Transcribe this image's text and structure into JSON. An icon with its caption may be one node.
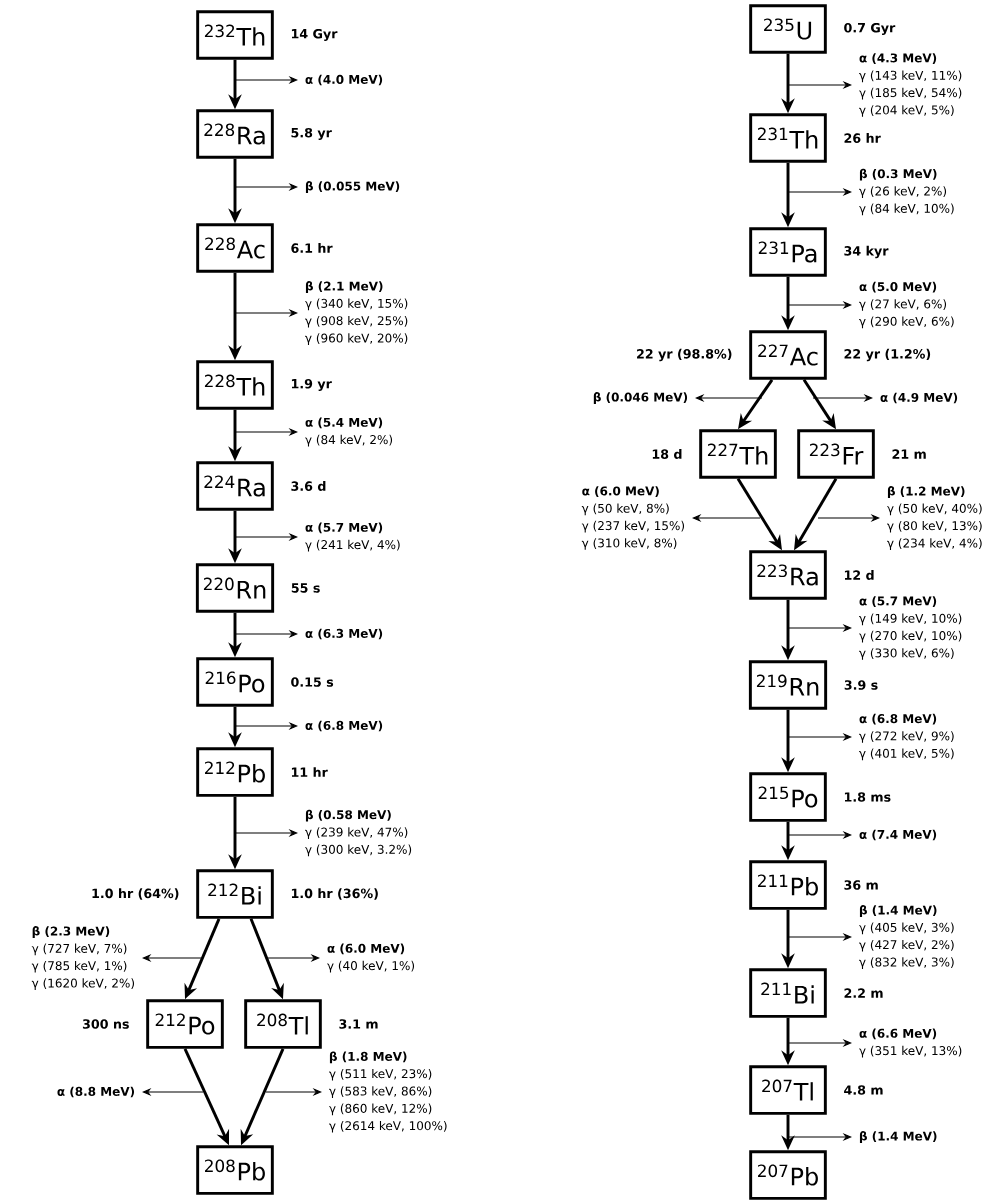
{
  "diagram": {
    "nodes": [
      {
        "text": [
          "$^{232}$Th"
        ],
        "beside": [
          "14 Gyr"
        ]
      },
      {
        "text": [
          "α (4.0 MeV)"
        ]
      },
      {
        "text": [
          "$^{228}$Ra"
        ],
        "beside": [
          "5.8 yr"
        ]
      },
      {
        "text": [
          "β (0.055 MeV)"
        ]
      },
      {
        "text": [
          "$^{228}$Ac"
        ],
        "beside": [
          "6.1 hr"
        ]
      },
      {
        "text": [
          "β (2.1 MeV)",
          "γ (340 keV, 15%)",
          "γ (908 keV, 25%)",
          "γ (960 keV, 20%)"
        ]
      },
      {
        "text": [
          "$^{228}$Th"
        ],
        "beside": [
          "1.9 yr"
        ]
      },
      {
        "text": [
          "α (5.4 MeV)",
          "γ (84 keV, 2%)"
        ]
      },
      {
        "text": [
          "$^{224}$Ra"
        ],
        "beside": [
          "3.6 d"
        ]
      },
      {
        "text": [
          "α (5.7 MeV)",
          "γ (241 keV, 4%)"
        ]
      },
      {
        "text": [
          "$^{220}$Rn"
        ],
        "beside": [
          "55 s"
        ]
      },
      {
        "text": [
          "α (6.3 MeV)"
        ]
      },
      {
        "text": [
          "$^{216}$Po"
        ],
        "beside": [
          "0.15 s"
        ]
      },
      {
        "text": [
          "α (6.8 MeV)"
        ]
      },
      {
        "text": [
          "$^{212}$Pb"
        ],
        "beside": [
          "11 hr"
        ]
      },
      {
        "text": [
          "β (0.58 MeV)",
          "γ (239 keV, 47%)",
          "γ (300 keV, 3.2%)"
        ]
      },
      {
        "text": [
          "$^{212}$Bi"
        ],
        "beside": [
          "1.0 hr (64%)",
          "1.0 hr (36%)"
        ]
      },
      {
        "text": [
          "β (2.3 MeV)",
          "γ (727 keV, 7%)",
          "γ (785 keV, 1%)",
          "γ (1620 keV, 2%)"
        ]
      },
      {
        "text": [
          "α (6.0 MeV)",
          "γ (40 keV, 1%)"
        ]
      },
      {
        "text": [
          "$^{212}$Po"
        ],
        "beside": [
          "300 ns"
        ]
      },
      {
        "text": [
          "$^{208}$Tl"
        ],
        "beside": [
          "3.1 m"
        ]
      },
      {
        "text": [
          "α (8.8 MeV)"
        ]
      },
      {
        "text": [
          "β (1.8 MeV)",
          "γ (511 keV, 23%)",
          "γ (583 keV, 86%)",
          "γ (860 keV, 12%)",
          "γ (2614 keV, 100%)"
        ]
      },
      {
        "text": [
          "$^{208}$Pb"
        ]
      },
      {
        "text": [
          "$^{235}$U"
        ],
        "beside": [
          "0.7 Gyr"
        ]
      },
      {
        "text": [
          "α (4.3 MeV)",
          "γ (143 keV, 11%)",
          "γ (185 keV, 54%)",
          "γ (204 keV, 5%)"
        ]
      },
      {
        "text": [
          "$^{231}$Th"
        ],
        "beside": [
          "26 hr"
        ]
      },
      {
        "text": [
          "β (0.3 MeV)",
          "γ (26 keV, 2%)",
          "γ (84 keV, 10%)"
        ]
      },
      {
        "text": [
          "$^{231}$Pa"
        ],
        "beside": [
          "34 kyr"
        ]
      },
      {
        "text": [
          "α (5.0 MeV)",
          "γ (27 keV, 6%)",
          "γ (290 keV, 6%)"
        ]
      },
      {
        "text": [
          "$^{227}$Ac"
        ],
        "beside": [
          "22 yr (98.8%)",
          "22 yr (1.2%)"
        ]
      },
      {
        "text": [
          "β (0.046 MeV)"
        ]
      },
      {
        "text": [
          "α (4.9 MeV)"
        ]
      },
      {
        "text": [
          "$^{227}$Th"
        ],
        "beside": [
          "18 d"
        ]
      },
      {
        "text": [
          "$^{223}$Fr"
        ],
        "beside": [
          "21 m"
        ]
      },
      {
        "text": [
          "α (6.0 MeV)",
          "γ (50 keV, 8%)",
          "γ (237 keV, 15%)",
          "γ (310 keV, 8%)"
        ]
      },
      {
        "text": [
          "β (1.2 MeV)",
          "γ (50 keV, 40%)",
          "γ (80 keV, 13%)",
          "γ (234 keV, 4%)"
        ]
      },
      {
        "text": [
          "$^{223}$Ra"
        ],
        "beside": [
          "12 d"
        ]
      },
      {
        "text": [
          "α (5.7 MeV)",
          "γ (149 keV, 10%)",
          "γ (270 keV, 10%)",
          "γ (330 keV, 6%)"
        ]
      },
      {
        "text": [
          "$^{219}$Rn"
        ],
        "beside": [
          "3.9 s"
        ]
      },
      {
        "text": [
          "α (6.8 MeV)",
          "γ (272 keV, 9%)",
          "γ (401 keV, 5%)"
        ]
      },
      {
        "text": [
          "$^{215}$Po"
        ],
        "beside": [
          "1.8 ms"
        ]
      },
      {
        "text": [
          "α (7.4 MeV)"
        ]
      },
      {
        "text": [
          "$^{211}$Pb"
        ],
        "beside": [
          "36 m"
        ]
      },
      {
        "text": [
          "β (1.4 MeV)",
          "γ (405 keV, 3%)",
          "γ (427 keV, 2%)",
          "γ (832 keV, 3%)"
        ]
      },
      {
        "text": [
          "$^{211}$Bi"
        ],
        "beside": [
          "2.2 m"
        ]
      },
      {
        "text": [
          "α (6.6 MeV)",
          "γ (351 keV, 13%)"
        ]
      },
      {
        "text": [
          "$^{207}$Tl"
        ],
        "beside": [
          "4.8 m"
        ]
      },
      {
        "text": [
          "β (1.4 MeV)"
        ]
      },
      {
        "text": [
          "$^{207}$Pb"
        ]
      }
    ],
    "edges": [
      {
        "from": 0,
        "to": 2,
        "arrow": "to",
        "style": "thick"
      },
      {
        "from": null,
        "to": 1,
        "arrow": "to"
      },
      {
        "from": 2,
        "to": 4,
        "arrow": "to",
        "style": "thick"
      },
      {
        "from": null,
        "to": 3,
        "arrow": "to"
      },
      {
        "from": 4,
        "to": 6,
        "arrow": "to",
        "style": "thick"
      },
      {
        "from": null,
        "to": 5,
        "arrow": "to"
      },
      {
        "from": 6,
        "to": 8,
        "arrow": "to",
        "style": "thick"
      },
      {
        "from": null,
        "to": 7,
        "arrow": "to"
      },
      {
        "from": 8,
        "to": 10,
        "arrow": "to",
        "style": "thick"
      },
      {
        "from": null,
        "to": 9,
        "arrow": "to"
      },
      {
        "from": 10,
        "to": 12,
        "arrow": "to",
        "style": "thick"
      },
      {
        "from": null,
        "to": 11,
        "arrow": "to"
      },
      {
        "from": 12,
        "to": 14,
        "arrow": "to",
        "style": "thick"
      },
      {
        "from": null,
        "to": 13,
        "arrow": "to"
      },
      {
        "from": 14,
        "to": 16,
        "arrow": "to",
        "style": "thick"
      },
      {
        "from": null,
        "to": 15,
        "arrow": "to"
      },
      {
        "from": 16,
        "to": 19,
        "arrow": "to",
        "style": "thick"
      },
      {
        "from": 16,
        "to": 20,
        "arrow": "to",
        "style": "thick"
      },
      {
        "from": null,
        "to": 17,
        "arrow": "to"
      },
      {
        "from": null,
        "to": 18,
        "arrow": "to"
      },
      {
        "from": 19,
        "to": 23,
        "arrow": "to",
        "style": "thick"
      },
      {
        "from": 20,
        "to": 23,
        "arrow": "to",
        "style": "thick"
      },
      {
        "from": null,
        "to": 21,
        "arrow": "to"
      },
      {
        "from": null,
        "to": 22,
        "arrow": "to"
      },
      {
        "from": 24,
        "to": 26,
        "arrow": "to",
        "style": "thick"
      },
      {
        "from": null,
        "to": 25,
        "arrow": "to"
      },
      {
        "from": 26,
        "to": 28,
        "arrow": "to",
        "style": "thick"
      },
      {
        "from": null,
        "to": 27,
        "arrow": "to"
      },
      {
        "from": 28,
        "to": 30,
        "arrow": "to",
        "style": "thick"
      },
      {
        "from": null,
        "to": 29,
        "arrow": "to"
      },
      {
        "from": 30,
        "to": 33,
        "arrow": "to",
        "style": "thick"
      },
      {
        "from": 30,
        "to": 34,
        "arrow": "to",
        "style": "thick"
      },
      {
        "from": null,
        "to": 31,
        "arrow": "to"
      },
      {
        "from": null,
        "to": 32,
        "arrow": "to"
      },
      {
        "from": 33,
        "to": 37,
        "arrow": "to",
        "style": "thick"
      },
      {
        "from": 34,
        "to": 37,
        "arrow": "to",
        "style": "thick"
      },
      {
        "from": null,
        "to": 35,
        "arrow": "to"
      },
      {
        "from": null,
        "to": 36,
        "arrow": "to"
      },
      {
        "from": 37,
        "to": 39,
        "arrow": "to",
        "style": "thick"
      },
      {
        "from": null,
        "to": 38,
        "arrow": "to"
      },
      {
        "from": 39,
        "to": 41,
        "arrow": "to",
        "style": "thick"
      },
      {
        "from": null,
        "to": 40,
        "arrow": "to"
      },
      {
        "from": 41,
        "to": 43,
        "arrow": "to",
        "style": "thick"
      },
      {
        "from": null,
        "to": 42,
        "arrow": "to"
      },
      {
        "from": 43,
        "to": 45,
        "arrow": "to",
        "style": "thick"
      },
      {
        "from": null,
        "to": 44,
        "arrow": "to"
      },
      {
        "from": 45,
        "to": 47,
        "arrow": "to",
        "style": "thick"
      },
      {
        "from": null,
        "to": 46,
        "arrow": "to"
      },
      {
        "from": 47,
        "to": 49,
        "arrow": "to",
        "style": "thick"
      },
      {
        "from": null,
        "to": 48,
        "arrow": "to"
      }
    ]
  }
}
